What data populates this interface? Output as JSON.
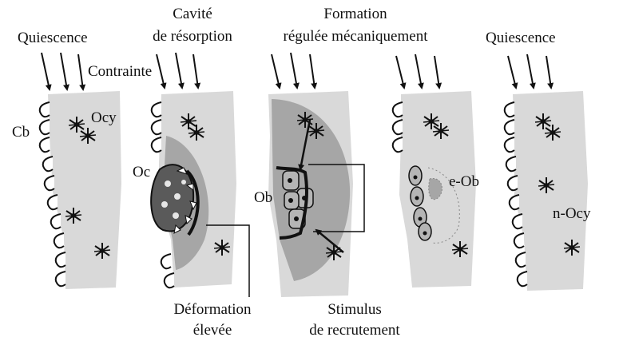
{
  "stages": [
    {
      "label": "Quiescence"
    },
    {
      "label_line1": "Cavité",
      "label_line2": "de résorption"
    },
    {
      "label_line1": "Formation",
      "label_line2": "régulée mécaniquement"
    },
    {
      "label": "Quiescence"
    }
  ],
  "annotations": {
    "contrainte": "Contrainte",
    "cb": "Cb",
    "ocy": "Ocy",
    "oc": "Oc",
    "ob": "Ob",
    "e_ob": "e-Ob",
    "n_ocy": "n-Ocy",
    "deformation_line1": "Déformation",
    "deformation_line2": "élevée",
    "stimulus_line1": "Stimulus",
    "stimulus_line2": "de recrutement"
  },
  "colors": {
    "bone": "#d9d9d9",
    "strained_zone": "#a6a6a6",
    "osteoclast": "#5a5a5a",
    "osteoblast": "#b5b5b5",
    "ink": "#111111"
  }
}
